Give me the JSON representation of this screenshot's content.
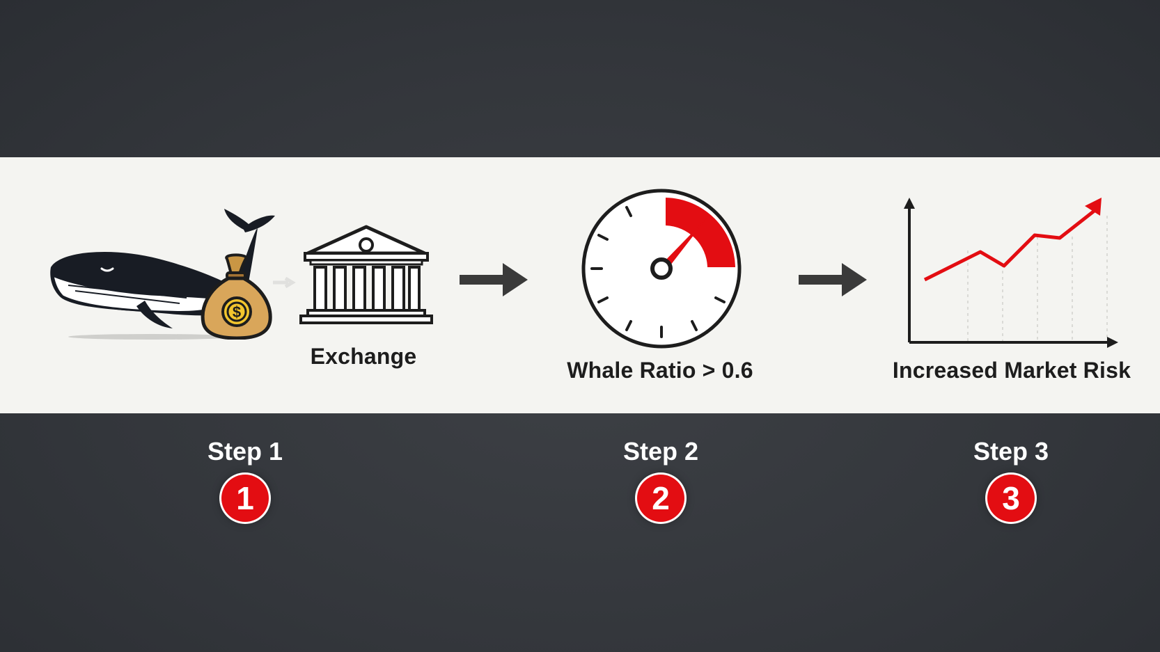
{
  "colors": {
    "accent_red": "#e30d12",
    "band": "#f4f4f1",
    "background": "#33363b",
    "ink": "#1d1d1d"
  },
  "flow": {
    "stage1": {
      "label": "Exchange",
      "icons": [
        "whale-icon",
        "money-bag-icon",
        "bank-building-icon"
      ]
    },
    "stage2": {
      "label": "Whale Ratio > 0.6",
      "icons": [
        "gauge-icon"
      ]
    },
    "stage3": {
      "label": "Increased Market Risk",
      "icons": [
        "rising-chart-icon"
      ]
    },
    "connectors": [
      "arrow-right-icon",
      "arrow-right-icon"
    ]
  },
  "steps": [
    {
      "title": "Step 1",
      "number": "1"
    },
    {
      "title": "Step 2",
      "number": "2"
    },
    {
      "title": "Step 3",
      "number": "3"
    }
  ]
}
